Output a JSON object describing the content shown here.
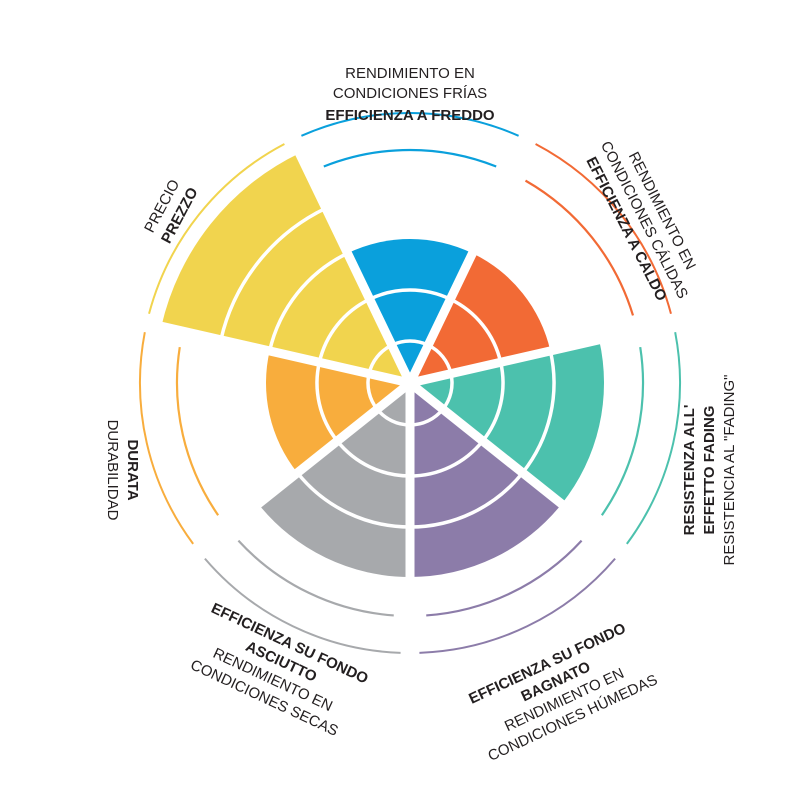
{
  "chart_data": {
    "type": "polar-area",
    "max_rings": 5,
    "categories": [
      {
        "primary": "EFFICIENZA A FREDDO",
        "secondary": "RENDIMIENTO EN CONDICIONES FRÍAS",
        "value": 3,
        "color": "#0aa0dc"
      },
      {
        "primary": "EFFICIENZA A CALDO",
        "secondary": "RENDIMIENTO EN CONDICIONES CÁLIDAS",
        "value": 3,
        "color": "#f26a35"
      },
      {
        "primary": "RESISTENZA ALL' EFFETTO FADING",
        "secondary": "RESISTENCIA AL \"FADING\"",
        "value": 4,
        "color": "#4cc1ad"
      },
      {
        "primary": "EFFICIENZA SU FONDO BAGNATO",
        "secondary": "RENDIMIENTO EN CONDICIONES HÚMEDAS",
        "value": 4,
        "color": "#8c7ca9"
      },
      {
        "primary": "EFFICIENZA SU FONDO ASCIUTTO",
        "secondary": "RENDIMIENTO EN CONDICIONES SECAS",
        "value": 4,
        "color": "#a7a9ac"
      },
      {
        "primary": "DURATA",
        "secondary": "DURABILIDAD",
        "value": 3,
        "color": "#f8ad3d"
      },
      {
        "primary": "PREZZO",
        "secondary": "PRECIO",
        "value": 5,
        "color": "#f1d44e"
      }
    ]
  },
  "labels": {
    "cold": {
      "line1": "RENDIMIENTO EN",
      "line2": "CONDICIONES FRÍAS",
      "line3": "EFFICIENZA A FREDDO"
    },
    "hot": {
      "line1": "RENDIMIENTO EN",
      "line2": "CONDICIONES CÁLIDAS",
      "line3": "EFFICIENZA A CALDO"
    },
    "fading": {
      "line1": "RESISTENZA ALL'",
      "line2": "EFFETTO FADING",
      "line3": "RESISTENCIA AL \"FADING\""
    },
    "wet": {
      "line1": "EFFICIENZA SU FONDO",
      "line2": "BAGNATO",
      "line3": "RENDIMIENTO EN",
      "line4": "CONDICIONES HÚMEDAS"
    },
    "dry": {
      "line1": "EFFICIENZA SU FONDO",
      "line2": "ASCIUTTO",
      "line3": "RENDIMIENTO EN",
      "line4": "CONDICIONES SECAS"
    },
    "durata": {
      "line1": "DURATA",
      "line2": "DURABILIDAD"
    },
    "price": {
      "line1": "PRECIO",
      "line2": "PREZZO"
    }
  }
}
